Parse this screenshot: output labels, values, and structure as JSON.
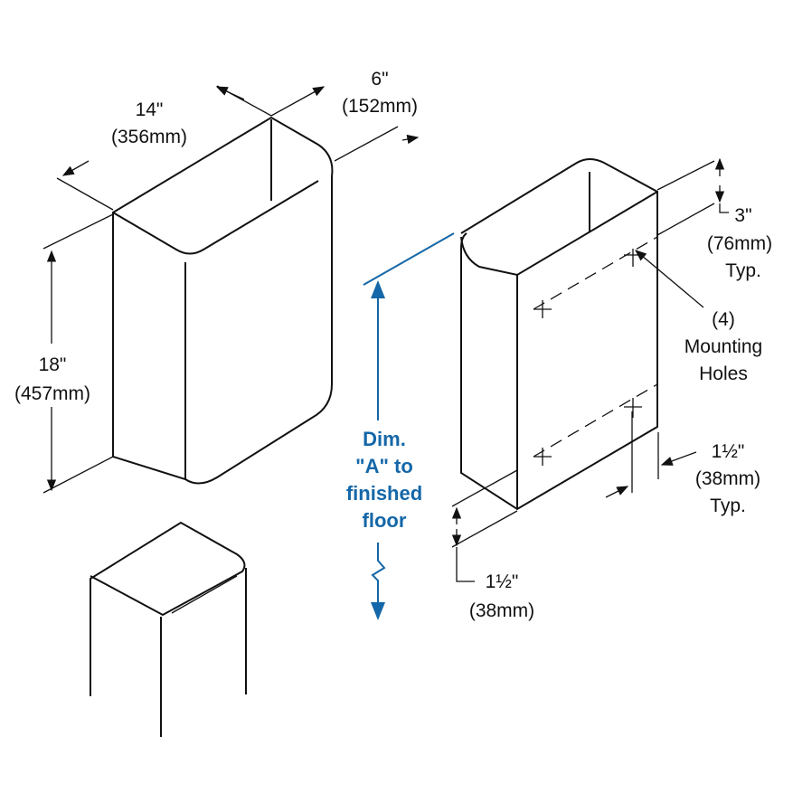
{
  "labels": {
    "width_in": "14\"",
    "width_mm": "(356mm)",
    "depth_in": "6\"",
    "depth_mm": "(152mm)",
    "height_in": "18\"",
    "height_mm": "(457mm)",
    "top_in": "3\"",
    "top_mm": "(76mm)",
    "top_typ": "Typ.",
    "holes_count": "(4)",
    "holes_line1": "Mounting",
    "holes_line2": "Holes",
    "side_in": "1½\"",
    "side_mm": "(38mm)",
    "side_typ": "Typ.",
    "bottom_in": "1½\"",
    "bottom_mm": "(38mm)",
    "dim_a": [
      "Dim.",
      "\"A\" to",
      "finished",
      "floor"
    ]
  },
  "colors": {
    "accent": "#1467a8",
    "line": "#111111"
  }
}
